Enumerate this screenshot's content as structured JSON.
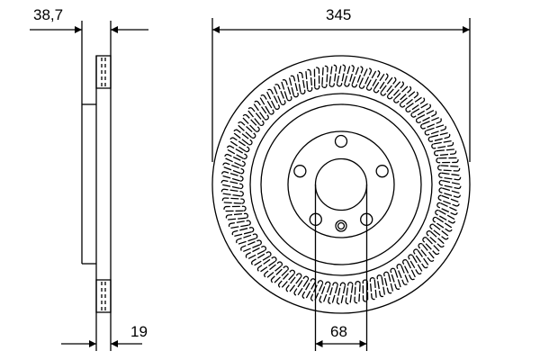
{
  "dimensions": {
    "overall_thickness": "38,7",
    "diameter": "345",
    "center_bore": "68",
    "disc_thickness": "19"
  },
  "bolt_holes": 5,
  "colors": {
    "line": "#000000",
    "background": "#ffffff"
  }
}
